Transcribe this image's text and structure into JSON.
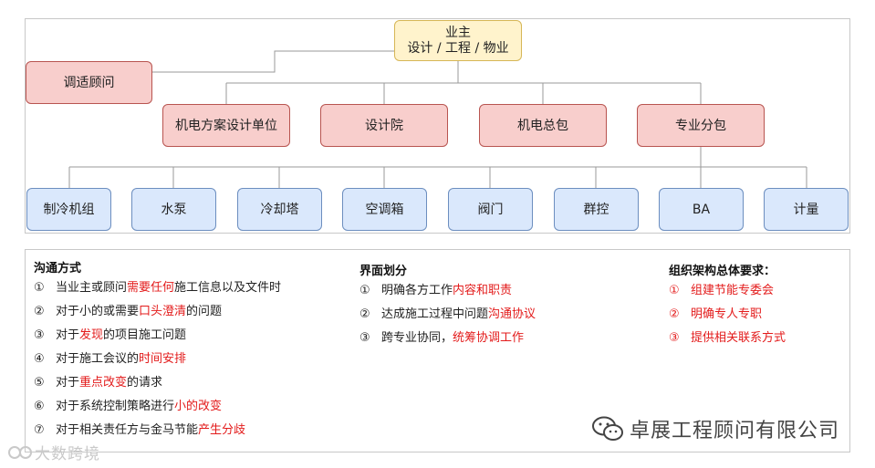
{
  "org_chart": {
    "root": {
      "line1": "业主",
      "line2": "设计 / 工程 / 物业"
    },
    "consultant": "调适顾问",
    "tier2": [
      "机电方案设计单位",
      "设计院",
      "机电总包",
      "专业分包"
    ],
    "tier3": [
      "制冷机组",
      "水泵",
      "冷却塔",
      "空调箱",
      "阀门",
      "群控",
      "BA",
      "计量"
    ]
  },
  "communication": {
    "title": "沟通方式",
    "items": [
      {
        "num": "①",
        "parts": [
          {
            "t": "当业主或顾问"
          },
          {
            "t": "需要任何",
            "red": true
          },
          {
            "t": "施工信息以及文件时"
          }
        ]
      },
      {
        "num": "②",
        "parts": [
          {
            "t": "对于小的或需要"
          },
          {
            "t": "口头澄清",
            "red": true
          },
          {
            "t": "的问题"
          }
        ]
      },
      {
        "num": "③",
        "parts": [
          {
            "t": "对于"
          },
          {
            "t": "发现",
            "red": true
          },
          {
            "t": "的项目施工问题"
          }
        ]
      },
      {
        "num": "④",
        "parts": [
          {
            "t": "对于施工会议的"
          },
          {
            "t": "时间安排",
            "red": true
          }
        ]
      },
      {
        "num": "⑤",
        "parts": [
          {
            "t": "对于"
          },
          {
            "t": "重点改变",
            "red": true
          },
          {
            "t": "的请求"
          }
        ]
      },
      {
        "num": "⑥",
        "parts": [
          {
            "t": "对于系统控制策略进行"
          },
          {
            "t": "小的改变",
            "red": true
          }
        ]
      },
      {
        "num": "⑦",
        "parts": [
          {
            "t": "对于相关责任方与金马节能"
          },
          {
            "t": "产生分歧",
            "red": true
          }
        ]
      }
    ]
  },
  "interface": {
    "title": "界面划分",
    "items": [
      {
        "num": "①",
        "parts": [
          {
            "t": "明确各方工作"
          },
          {
            "t": "内容和职责",
            "red": true
          }
        ]
      },
      {
        "num": "②",
        "parts": [
          {
            "t": "达成施工过程中问题"
          },
          {
            "t": "沟通协议",
            "red": true
          }
        ]
      },
      {
        "num": "③",
        "parts": [
          {
            "t": "跨专业协同，"
          },
          {
            "t": "统筹协调工作",
            "red": true
          }
        ]
      }
    ]
  },
  "requirements": {
    "title": "组织架构总体要求：",
    "items": [
      {
        "num": "①",
        "parts": [
          {
            "t": "组建节能专委会",
            "red": true
          }
        ]
      },
      {
        "num": "②",
        "parts": [
          {
            "t": "明确专人专职",
            "red": true
          }
        ]
      },
      {
        "num": "③",
        "parts": [
          {
            "t": "提供相关联系方式",
            "red": true
          }
        ]
      }
    ]
  },
  "branding": {
    "company": "卓展工程顾问有限公司",
    "watermark": "大数跨境",
    "icon": "wechat-icon"
  },
  "colors": {
    "root_fill": "#fff3cc",
    "tier2_fill": "#f8cecc",
    "tier3_fill": "#dae8fc",
    "highlight": "#e31b1b"
  }
}
